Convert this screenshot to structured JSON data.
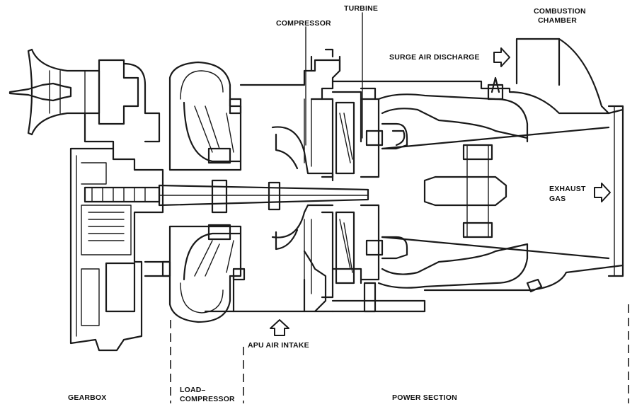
{
  "labels": {
    "turbine": "TURBINE",
    "compressor": "COMPRESSOR",
    "combustion_line1": "COMBUSTION",
    "combustion_line2": "CHAMBER",
    "surge_air": "SURGE AIR DISCHARGE",
    "exhaust_line1": "EXHAUST",
    "exhaust_line2": "GAS",
    "apu_air_intake": "APU AIR INTAKE",
    "gearbox": "GEARBOX",
    "load_line1": "LOAD–",
    "load_line2": "COMPRESSOR",
    "power_section": "POWER SECTION"
  }
}
